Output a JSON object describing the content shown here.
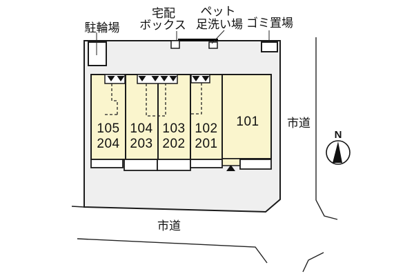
{
  "colors": {
    "plot_fill": "#efefef",
    "unit_fill": "#faf5cd",
    "line": "#1a1a1a",
    "marker_fill": "#ffffff"
  },
  "labels": {
    "bicycle_parking": "駐輪場",
    "delivery_box": {
      "line1": "宅配",
      "line2": "ボックス"
    },
    "pet_foot_wash": {
      "line1": "ペット",
      "line2": "足洗い場"
    },
    "garbage_area": "ゴミ置場",
    "road_right": "市道",
    "road_bottom": "市道",
    "compass_north": "N"
  },
  "units": [
    {
      "labels": [
        "105",
        "204"
      ]
    },
    {
      "labels": [
        "104",
        "203"
      ]
    },
    {
      "labels": [
        "103",
        "202"
      ]
    },
    {
      "labels": [
        "102",
        "201"
      ]
    },
    {
      "labels": [
        "101"
      ]
    }
  ]
}
